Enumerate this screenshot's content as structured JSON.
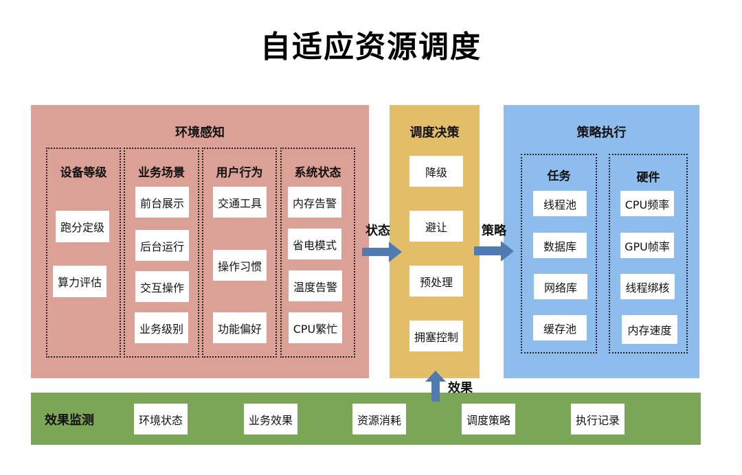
{
  "title": "自适应资源调度",
  "colors": {
    "env_panel": "#dba197",
    "decision_panel": "#e3bd68",
    "exec_panel": "#8ebced",
    "monitor_panel": "#7ba656",
    "arrow": "#4f7bb0",
    "box": "#ffffff"
  },
  "env": {
    "title": "环境感知",
    "groups": [
      {
        "title": "设备等级",
        "items": [
          "跑分定级",
          "算力评估"
        ]
      },
      {
        "title": "业务场景",
        "items": [
          "前台展示",
          "后台运行",
          "交互操作",
          "业务级别"
        ]
      },
      {
        "title": "用户行为",
        "items": [
          "交通工具",
          "操作习惯",
          "功能偏好"
        ]
      },
      {
        "title": "系统状态",
        "items": [
          "内存告警",
          "省电模式",
          "温度告警",
          "CPU繁忙"
        ]
      }
    ]
  },
  "decision": {
    "title": "调度决策",
    "items": [
      "降级",
      "避让",
      "预处理",
      "拥塞控制"
    ]
  },
  "exec": {
    "title": "策略执行",
    "groups": [
      {
        "title": "任务",
        "items": [
          "线程池",
          "数据库",
          "网络库",
          "缓存池"
        ]
      },
      {
        "title": "硬件",
        "items": [
          "CPU频率",
          "GPU帧率",
          "线程绑核",
          "内存速度"
        ]
      }
    ]
  },
  "monitor": {
    "title": "效果监测",
    "items": [
      "环境状态",
      "业务效果",
      "资源消耗",
      "调度策略",
      "执行记录"
    ]
  },
  "arrows": {
    "state_label": "状态",
    "strategy_label": "策略",
    "effect_label": "效果"
  }
}
